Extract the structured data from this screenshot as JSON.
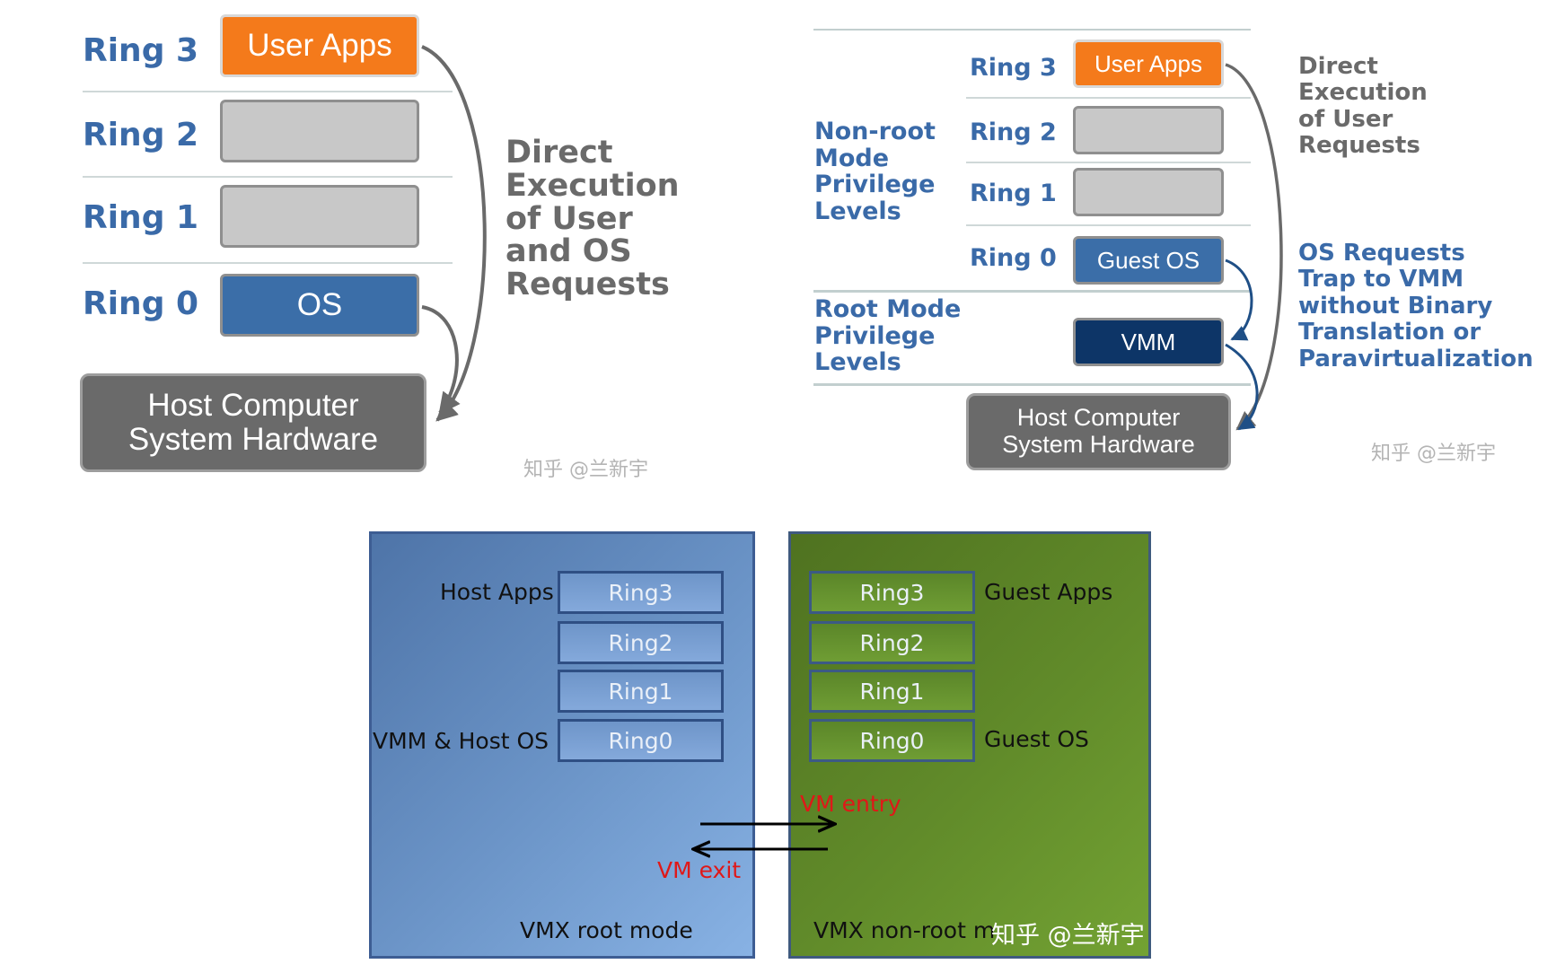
{
  "left_diagram": {
    "rings": [
      {
        "label": "Ring 3",
        "box": "User Apps"
      },
      {
        "label": "Ring 2",
        "box": ""
      },
      {
        "label": "Ring 1",
        "box": ""
      },
      {
        "label": "Ring 0",
        "box": "OS"
      }
    ],
    "hardware": [
      "Host Computer",
      "System Hardware"
    ],
    "annotation": [
      "Direct",
      "Execution",
      "of User",
      "and OS",
      "Requests"
    ],
    "watermark": "知乎 @兰新宇"
  },
  "right_diagram": {
    "nonroot_label": [
      "Non-root",
      "Mode",
      "Privilege",
      "Levels"
    ],
    "root_label": [
      "Root Mode",
      "Privilege",
      "Levels"
    ],
    "rings": [
      {
        "label": "Ring 3",
        "box": "User Apps"
      },
      {
        "label": "Ring 2",
        "box": ""
      },
      {
        "label": "Ring 1",
        "box": ""
      },
      {
        "label": "Ring 0",
        "box": "Guest OS"
      }
    ],
    "vmm": "VMM",
    "hardware": [
      "Host Computer",
      "System Hardware"
    ],
    "annotation_top": [
      "Direct",
      "Execution",
      "of User",
      "Requests"
    ],
    "annotation_bottom": [
      "OS Requests",
      "Trap to VMM",
      "without Binary",
      "Translation or",
      "Paravirtualization"
    ],
    "watermark": "知乎 @兰新宇"
  },
  "bottom_diagram": {
    "root_rings": [
      "Ring3",
      "Ring2",
      "Ring1",
      "Ring0"
    ],
    "nonroot_rings": [
      "Ring3",
      "Ring2",
      "Ring1",
      "Ring0"
    ],
    "host_apps": "Host Apps",
    "vmm_host_os": "VMM & Host OS",
    "guest_apps": "Guest Apps",
    "guest_os": "Guest OS",
    "vm_entry": "VM entry",
    "vm_exit": "VM exit",
    "root_mode": "VMX root mode",
    "nonroot_mode": "VMX non-root m",
    "watermark": "知乎 @兰新宇"
  },
  "colors": {
    "ring_label": "#3a6aa8",
    "user_apps": "#f47a1b",
    "os_box": "#3b6ea8",
    "vmm_box": "#0d3567",
    "hardware": "#6a6a6a",
    "vm_transition": "#e01818"
  }
}
